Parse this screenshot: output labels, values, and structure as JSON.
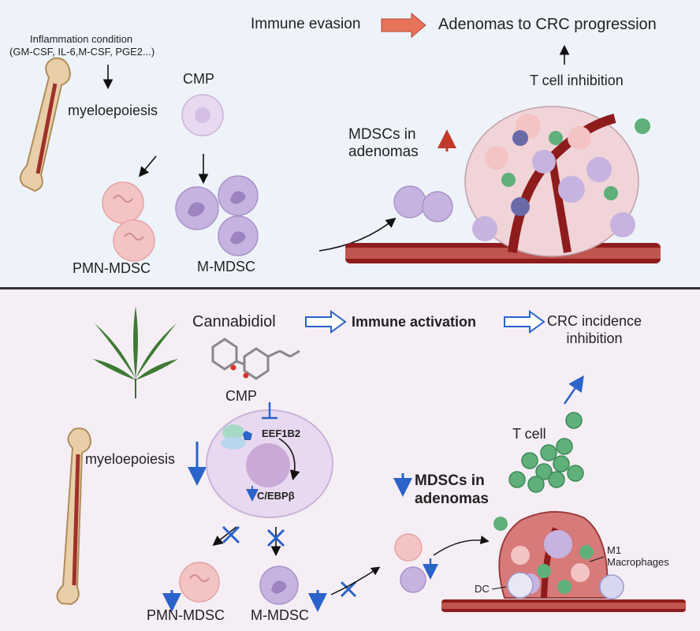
{
  "top_panel": {
    "inflammation_title": "Inflammation condition",
    "inflammation_factors": "(GM-CSF, IL-6,M-CSF, PGE2...)",
    "myeloepoiesis": "myeloepoiesis",
    "cmp": "CMP",
    "pmn_mdsc": "PMN-MDSC",
    "m_mdsc": "M-MDSC",
    "immune_evasion": "Immune evasion",
    "progression": "Adenomas to CRC progression",
    "t_cell_inhibition": "T cell inhibition",
    "mdscs_line1": "MDSCs in",
    "mdscs_line2": "adenomas"
  },
  "bottom_panel": {
    "cannabidiol": "Cannabidiol",
    "immune_activation": "Immune activation",
    "crc_line1": "CRC incidence",
    "crc_line2": "inhibition",
    "cmp": "CMP",
    "eef1b2": "EEF1B2",
    "cebpb": "C/EBPβ",
    "myeloepoiesis": "myeloepoiesis",
    "t_cell": "T cell",
    "mdscs_line1": "MDSCs in",
    "mdscs_line2": "adenomas",
    "m1_line1": "M1",
    "m1_line2": "Macrophages",
    "dc": "DC",
    "pmn_mdsc": "PMN-MDSC",
    "m_mdsc": "M-MDSC"
  },
  "colors": {
    "top_bg": "#eef3f9",
    "bottom_bg": "#f5eef5",
    "pmn_cell": "#f4c3c3",
    "m_mdsc_cell": "#c7b3e0",
    "cmp_cell": "#e9d9f0",
    "t_cell": "#5fb07a",
    "vessel": "#8e1c1c",
    "increase_arrow": "#c0392b",
    "decrease_arrow": "#2a63c9",
    "evasion_arrow": "#e6735a"
  },
  "icons": [
    "bone-icon",
    "cannabis-leaf-icon",
    "cbd-molecule-icon",
    "ribosome-icon",
    "block-x-icon"
  ]
}
